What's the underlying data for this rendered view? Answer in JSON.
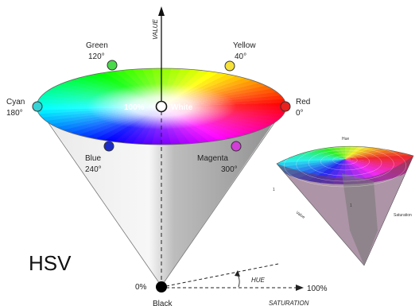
{
  "title": "HSV",
  "axes": {
    "value": "VALUE",
    "hue": "HUE",
    "saturation": "SATURATION"
  },
  "center": {
    "percent": "100%",
    "label": "White"
  },
  "apex": {
    "percent": "0%",
    "label": "Black"
  },
  "saturation_end": "100%",
  "hues": {
    "green": {
      "name": "Green",
      "deg": "120°",
      "color": "#49d94a"
    },
    "yellow": {
      "name": "Yellow",
      "deg": "40°",
      "color": "#f6e23a"
    },
    "cyan": {
      "name": "Cyan",
      "deg": "180°",
      "color": "#33d3d6"
    },
    "red": {
      "name": "Red",
      "deg": "0°",
      "color": "#e8221e"
    },
    "blue": {
      "name": "Blue",
      "deg": "240°",
      "color": "#1b2bc9"
    },
    "magenta": {
      "name": "Magenta",
      "deg": "300°",
      "color": "#d33ed8"
    }
  },
  "inset": {
    "top": "Hue",
    "left": "1",
    "side": "Value",
    "right": "Saturation",
    "mid": "1"
  }
}
